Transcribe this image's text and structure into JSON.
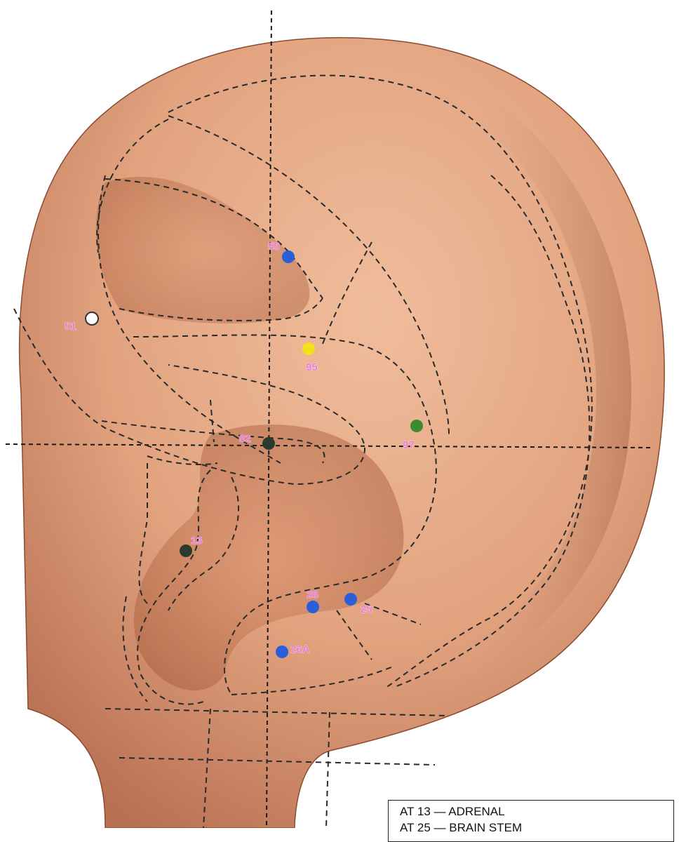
{
  "points": [
    {
      "id": "p55",
      "label": "55",
      "color": "#2b5fd9"
    },
    {
      "id": "p51",
      "label": "51",
      "color": "#ffffff"
    },
    {
      "id": "p95",
      "label": "95",
      "color": "#f5e11b"
    },
    {
      "id": "p97",
      "label": "97",
      "color": "#3d8b2e"
    },
    {
      "id": "p82",
      "label": "82",
      "color": "#2c3a2c"
    },
    {
      "id": "p13",
      "label": "13",
      "color": "#2c3a2c"
    },
    {
      "id": "p28",
      "label": "28",
      "color": "#2b5fd9"
    },
    {
      "id": "p25",
      "label": "25",
      "color": "#2b5fd9"
    },
    {
      "id": "p26A",
      "label": "26A",
      "color": "#2b5fd9"
    }
  ],
  "legend": [
    "AT 13 — ADRENAL",
    "AT 25 — BRAIN STEM"
  ],
  "colors": {
    "skin": "#e2a37f",
    "skin_shadow": "#a45e40",
    "label": "#e87ad6"
  }
}
